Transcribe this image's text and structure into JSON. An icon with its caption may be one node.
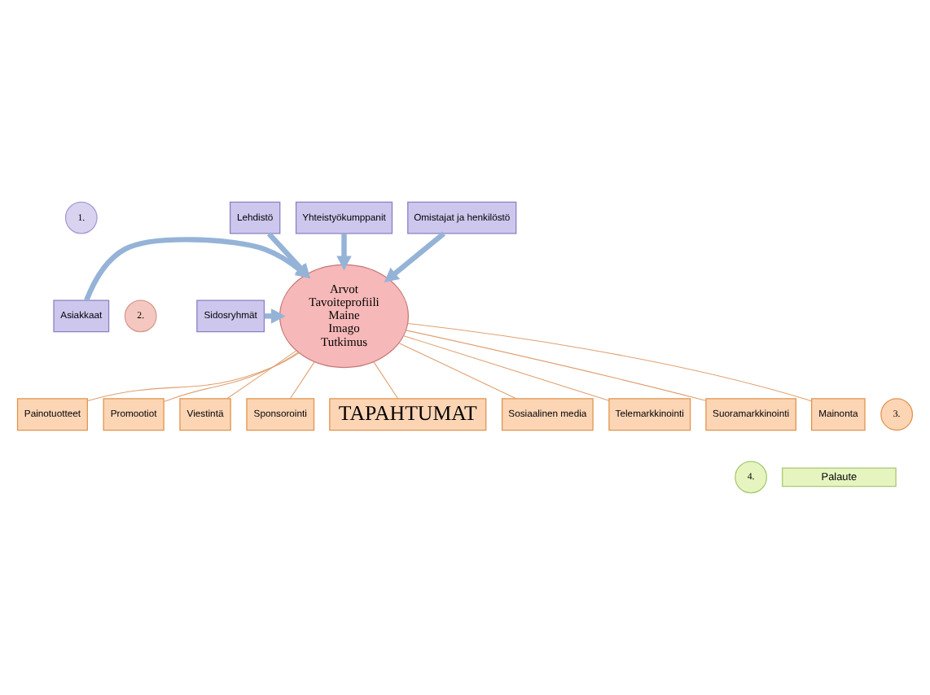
{
  "diagram": {
    "nodes": [
      {
        "text": [
          "1."
        ]
      },
      {
        "text": [
          "Lehdistö"
        ]
      },
      {
        "text": [
          "Yhteistyökumppanit"
        ]
      },
      {
        "text": [
          "Omistajat ja henkilöstö"
        ]
      },
      {
        "text": [
          "Asiakkaat"
        ]
      },
      {
        "text": [
          "Sidosryhmät"
        ]
      },
      {
        "text": [
          "Arvot",
          "Tavoiteprofiili",
          "Maine",
          "Imago",
          "Tutkimus"
        ]
      },
      {
        "text": [
          "2."
        ]
      },
      {
        "text": [
          "Painotuotteet"
        ]
      },
      {
        "text": [
          "Promootiot"
        ]
      },
      {
        "text": [
          "Viestintä"
        ]
      },
      {
        "text": [
          "Sponsorointi"
        ]
      },
      {
        "text": [
          "TAPAHTUMAT"
        ]
      },
      {
        "text": [
          "3."
        ]
      },
      {
        "text": [
          "Sosiaalinen media"
        ]
      },
      {
        "text": [
          "Telemarkkinointi"
        ]
      },
      {
        "text": [
          "Suoramarkkinointi"
        ]
      },
      {
        "text": [
          "Mainonta"
        ]
      },
      {
        "text": [
          "4."
        ]
      },
      {
        "text": [
          "Palaute"
        ]
      }
    ],
    "edges": [
      {
        "from": 1,
        "to": 6,
        "arrow": "to",
        "style": "thick",
        "color": "#95b3d7"
      },
      {
        "from": 2,
        "to": 6,
        "arrow": "to",
        "style": "thick",
        "color": "#95b3d7"
      },
      {
        "from": 3,
        "to": 6,
        "arrow": "to",
        "style": "thick",
        "color": "#95b3d7"
      },
      {
        "from": 4,
        "to": 6,
        "arrow": "to",
        "style": "thick",
        "color": "#95b3d7"
      },
      {
        "from": 5,
        "to": 6,
        "arrow": "to",
        "style": "thick",
        "color": "#95b3d7"
      },
      {
        "from": 6,
        "to": 8,
        "arrow": "none"
      },
      {
        "from": 6,
        "to": 9,
        "arrow": "none"
      },
      {
        "from": 6,
        "to": 10,
        "arrow": "none"
      },
      {
        "from": 6,
        "to": 11,
        "arrow": "none"
      },
      {
        "from": 6,
        "to": 12,
        "arrow": "none"
      },
      {
        "from": 6,
        "to": 17,
        "arrow": "none"
      },
      {
        "from": 6,
        "to": 16,
        "arrow": "none"
      },
      {
        "from": 6,
        "to": 15,
        "arrow": "none"
      },
      {
        "from": 6,
        "to": 14,
        "arrow": "none"
      }
    ]
  }
}
